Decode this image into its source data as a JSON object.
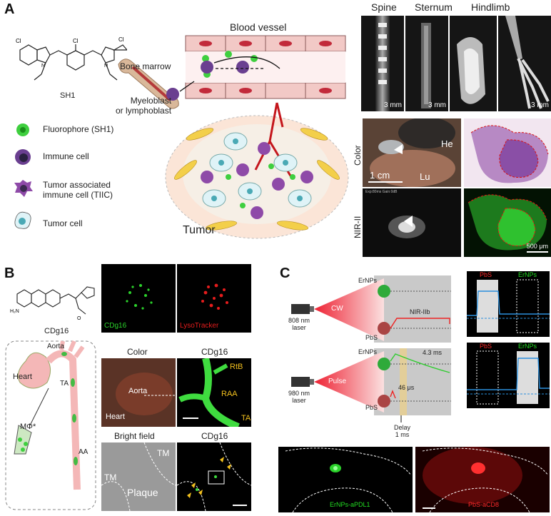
{
  "panelA": {
    "letter": "A",
    "molecule": "SH1",
    "blood_vessel": "Blood vessel",
    "bone_marrow": "Bone marrow",
    "myeloblast": "Myeloblast\nor lymphoblast",
    "tumor": "Tumor",
    "legend": [
      {
        "icon": "fluorophore-icon",
        "text": "Fluorophore (SH1)"
      },
      {
        "icon": "immune-cell-icon",
        "text": "Immune cell"
      },
      {
        "icon": "tiic-icon",
        "text": "Tumor associated\nimmune cell (TIIC)"
      },
      {
        "icon": "tumor-cell-icon",
        "text": "Tumor cell"
      }
    ],
    "bone_images": [
      {
        "title": "Spine",
        "scale": "3 mm"
      },
      {
        "title": "Sternum",
        "scale": "3 mm"
      },
      {
        "title": "Hindlimb",
        "scale": ""
      },
      {
        "title": "",
        "scale": "3 mm"
      }
    ],
    "row_color": "Color",
    "row_nir": "NIR-II",
    "he": "He",
    "lu": "Lu",
    "scale_1cm": "1 cm",
    "scale_500um": "500 μm",
    "exp_text": "Exp:80ms Gain:0dB"
  },
  "panelB": {
    "letter": "B",
    "molecule": "CDg16",
    "cdg16_label": "CDg16",
    "lysotracker": "LysoTracker",
    "heart": "Heart",
    "aorta": "Aorta",
    "ta": "TA",
    "aa": "AA",
    "mphi": "MΦ*",
    "color_title": "Color",
    "cdg16_title": "CDg16",
    "rtb": "RtB",
    "raa": "RAA",
    "ta2": "TA",
    "aorta2": "Aorta",
    "heart2": "Heart",
    "brightfield_title": "Bright field",
    "cdg16_title2": "CDg16",
    "tm1": "TM",
    "tm2": "TM",
    "plaque": "Plaque"
  },
  "panelC": {
    "letter": "C",
    "laser1": "808 nm\nlaser",
    "laser2": "980 nm\nlaser",
    "cw": "CW",
    "pulse": "Pulse",
    "ernps": "ErNPs",
    "pbs": "PbS",
    "nir_iib": "NIR-IIb",
    "t43": "4.3 ms",
    "t46": "46 μs",
    "delay": "Delay\n1 ms",
    "plot_labels": [
      "PbS",
      "ErNPs"
    ],
    "bottom_left": "ErNPs-aPDL1",
    "bottom_right": "PbS-aCD8",
    "colors": {
      "green": "#22dd22",
      "red": "#ff2a2a",
      "blue": "#2a8fdd"
    }
  }
}
